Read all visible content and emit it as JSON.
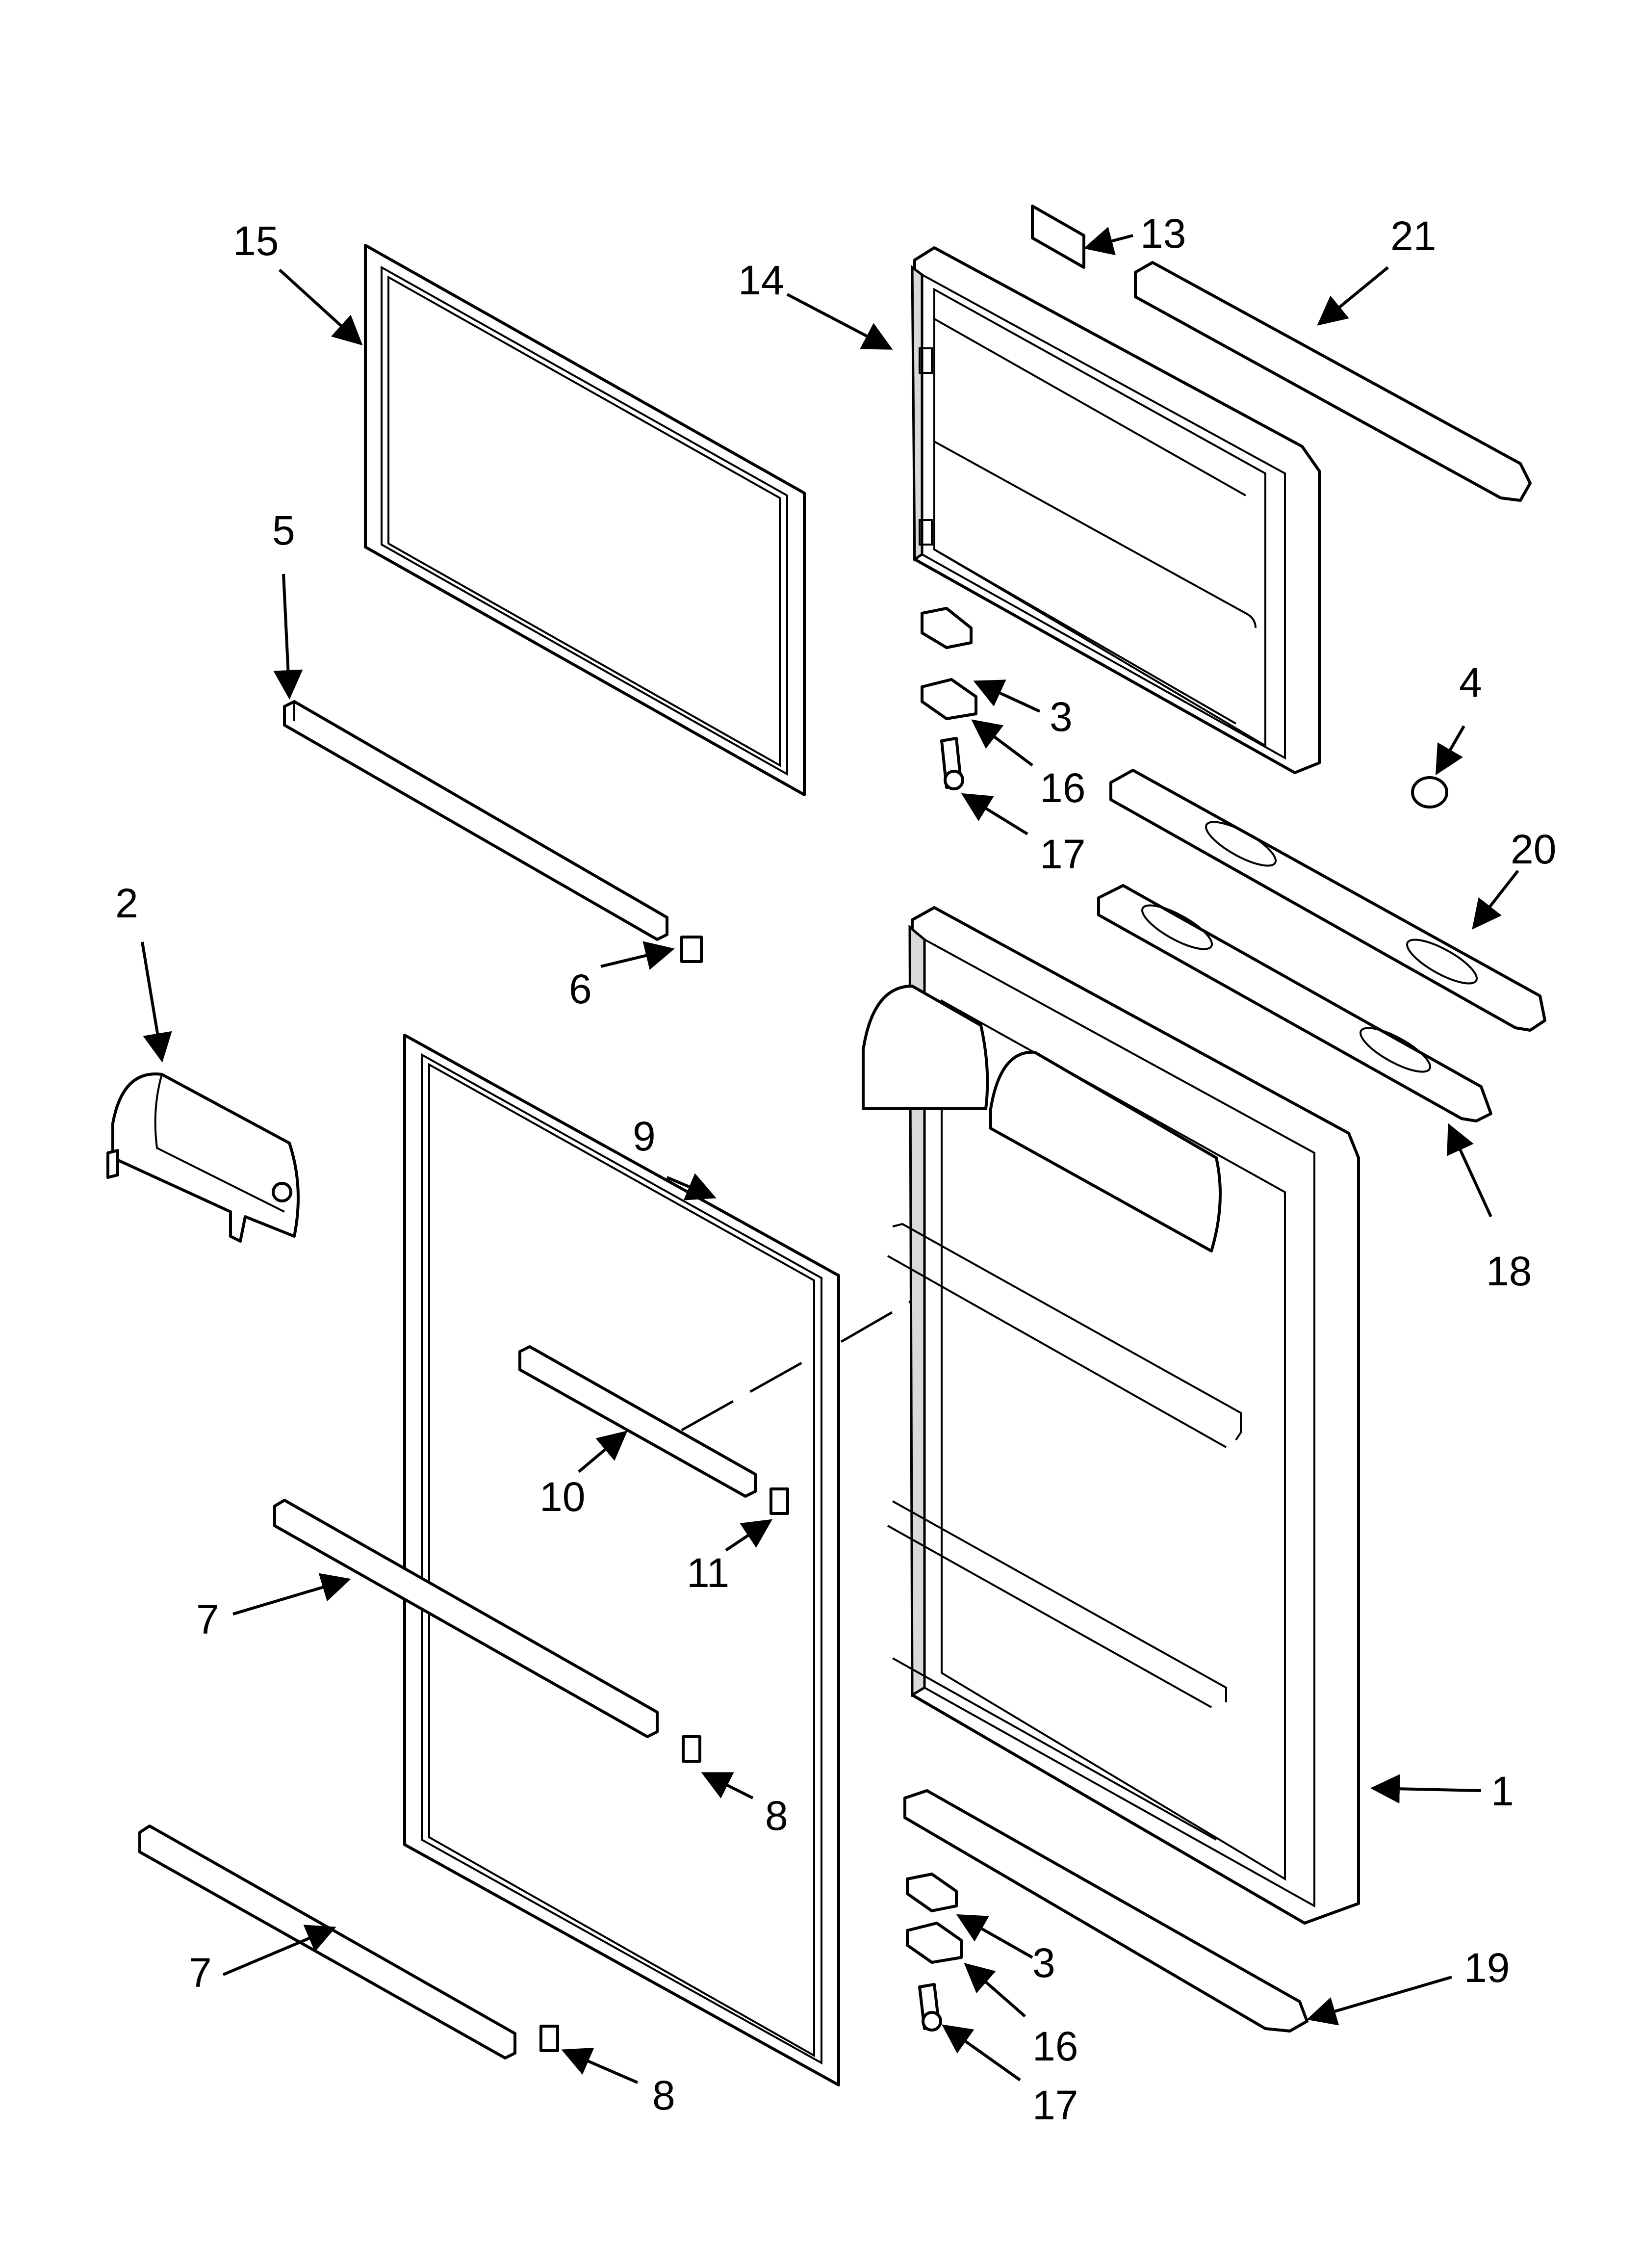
{
  "callouts": [
    {
      "id": "15",
      "text": "15"
    },
    {
      "id": "5",
      "text": "5"
    },
    {
      "id": "6",
      "text": "6"
    },
    {
      "id": "2",
      "text": "2"
    },
    {
      "id": "9",
      "text": "9"
    },
    {
      "id": "10",
      "text": "10"
    },
    {
      "id": "11",
      "text": "11"
    },
    {
      "id": "7a",
      "text": "7"
    },
    {
      "id": "8a",
      "text": "8"
    },
    {
      "id": "7b",
      "text": "7"
    },
    {
      "id": "8b",
      "text": "8"
    },
    {
      "id": "13",
      "text": "13"
    },
    {
      "id": "14",
      "text": "14"
    },
    {
      "id": "21",
      "text": "21"
    },
    {
      "id": "3a",
      "text": "3"
    },
    {
      "id": "16a",
      "text": "16"
    },
    {
      "id": "17a",
      "text": "17"
    },
    {
      "id": "4",
      "text": "4"
    },
    {
      "id": "20",
      "text": "20"
    },
    {
      "id": "18",
      "text": "18"
    },
    {
      "id": "1",
      "text": "1"
    },
    {
      "id": "3b",
      "text": "3"
    },
    {
      "id": "16b",
      "text": "16"
    },
    {
      "id": "17b",
      "text": "17"
    },
    {
      "id": "19",
      "text": "19"
    }
  ]
}
